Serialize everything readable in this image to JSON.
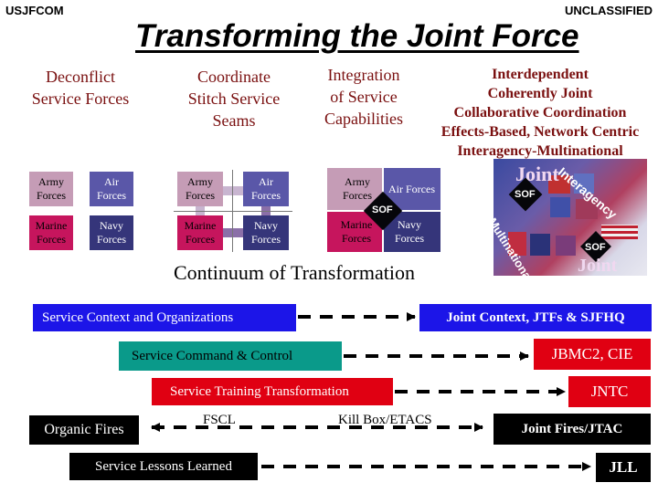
{
  "header": {
    "left": "USJFCOM",
    "right": "UNCLASSIFIED"
  },
  "title": "Transforming the Joint Force",
  "columns": {
    "c1": [
      "Deconflict",
      "Service Forces"
    ],
    "c2": [
      "Coordinate",
      "Stitch Service",
      "Seams"
    ],
    "c3": [
      "Integration",
      "of Service",
      "Capabilities"
    ],
    "c4": [
      "Interdependent",
      "Coherently Joint",
      "Collaborative Coordination",
      "Effects-Based, Network Centric",
      "Interagency-Multinational"
    ]
  },
  "forces": {
    "army": "Army Forces",
    "air": "Air Forces",
    "marine": "Marine Forces",
    "navy": "Navy Forces",
    "sof": "SOF"
  },
  "collage": {
    "joint": "Joint",
    "interagency": "Interagency",
    "multinational": "Multinational",
    "sof": "SOF",
    "joint_bottom": "Joint"
  },
  "continuum": "Continuum of Transformation",
  "rows": {
    "r1_left": "Service Context and Organizations",
    "r1_right": "Joint Context, JTFs & SJFHQ",
    "r2_left": "Service Command & Control",
    "r2_right": "JBMC2, CIE",
    "r3_left": "Service Training Transformation",
    "r3_right": "JNTC",
    "r4_left": "Organic Fires",
    "r4_mid1": "FSCL",
    "r4_mid2": "Kill Box/ETACS",
    "r4_right": "Joint Fires/JTAC",
    "r5_left": "Service Lessons Learned",
    "r5_right": "JLL"
  },
  "colors": {
    "blue": "#1c15e8",
    "teal": "#0a9a8a",
    "red": "#e00012",
    "black": "#000000",
    "dark_red": "#7a1010"
  }
}
